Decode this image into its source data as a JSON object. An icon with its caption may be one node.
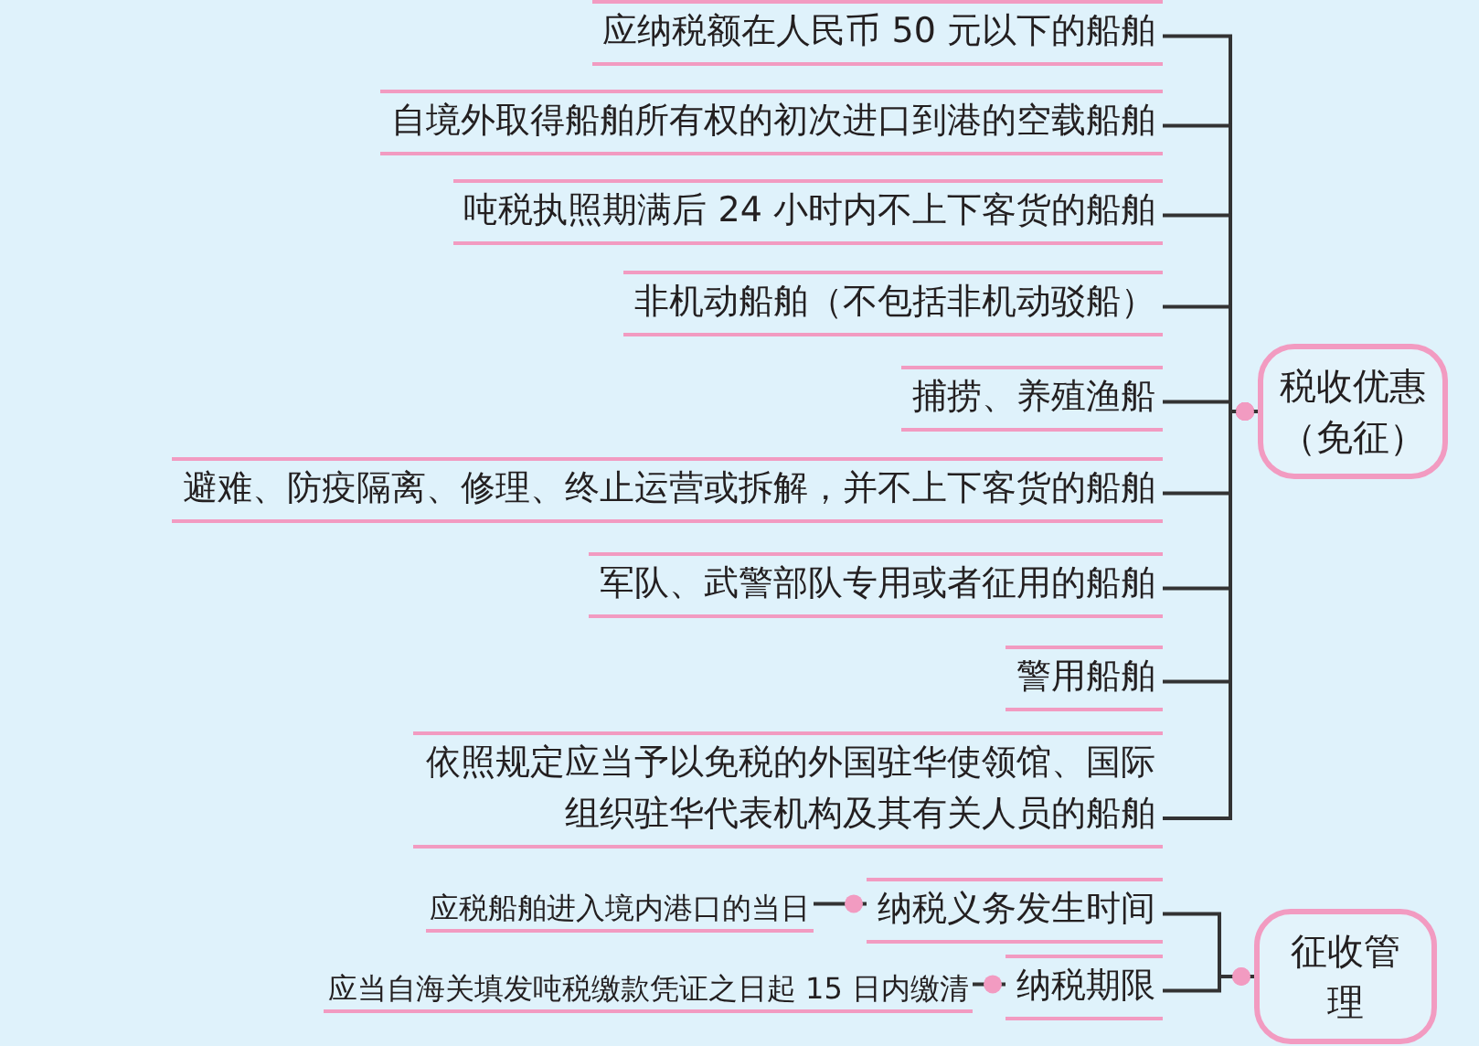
{
  "diagram": {
    "nodes": [
      {
        "text": [
          "税收优惠（免征）"
        ]
      },
      {
        "text": [
          "应纳税额在人民币 50 元以下的船舶"
        ]
      },
      {
        "text": [
          "自境外取得船舶所有权的初次进口到港的空载船舶"
        ]
      },
      {
        "text": [
          "吨税执照期满后 24 小时内不上下客货的船舶"
        ]
      },
      {
        "text": [
          "非机动船舶（不包括非机动驳船）"
        ]
      },
      {
        "text": [
          "捕捞、养殖渔船"
        ]
      },
      {
        "text": [
          "避难、防疫隔离、修理、终止运营或拆解，并不上下客货的船舶"
        ]
      },
      {
        "text": [
          "军队、武警部队专用或者征用的船舶"
        ]
      },
      {
        "text": [
          "警用船舶"
        ]
      },
      {
        "text": [
          "依照规定应当予以免税的外国驻华使领馆、国际组织驻华代表机构及其有关人员的船舶"
        ]
      },
      {
        "text": [
          "征收管理"
        ]
      },
      {
        "text": [
          "纳税义务发生时间"
        ]
      },
      {
        "text": [
          "应税船舶进入境内港口的当日"
        ]
      },
      {
        "text": [
          "纳税期限"
        ]
      },
      {
        "text": [
          "应当自海关填发吨税缴款凭证之日起 15 日内缴清"
        ]
      }
    ],
    "edges": [
      {
        "from": 0,
        "to": 1,
        "arrow": "other"
      },
      {
        "from": 0,
        "to": 2,
        "arrow": "other"
      },
      {
        "from": 0,
        "to": 3,
        "arrow": "other"
      },
      {
        "from": 0,
        "to": 4,
        "arrow": "other"
      },
      {
        "from": 0,
        "to": 5,
        "arrow": "other"
      },
      {
        "from": 0,
        "to": 6,
        "arrow": "other"
      },
      {
        "from": 0,
        "to": 7,
        "arrow": "other"
      },
      {
        "from": 0,
        "to": 8,
        "arrow": "other"
      },
      {
        "from": 0,
        "to": 9,
        "arrow": "other"
      },
      {
        "from": 10,
        "to": 11,
        "arrow": "other"
      },
      {
        "from": 10,
        "to": 13,
        "arrow": "other"
      },
      {
        "from": 11,
        "to": 12,
        "arrow": "other"
      },
      {
        "from": 13,
        "to": 14,
        "arrow": "other"
      }
    ]
  }
}
